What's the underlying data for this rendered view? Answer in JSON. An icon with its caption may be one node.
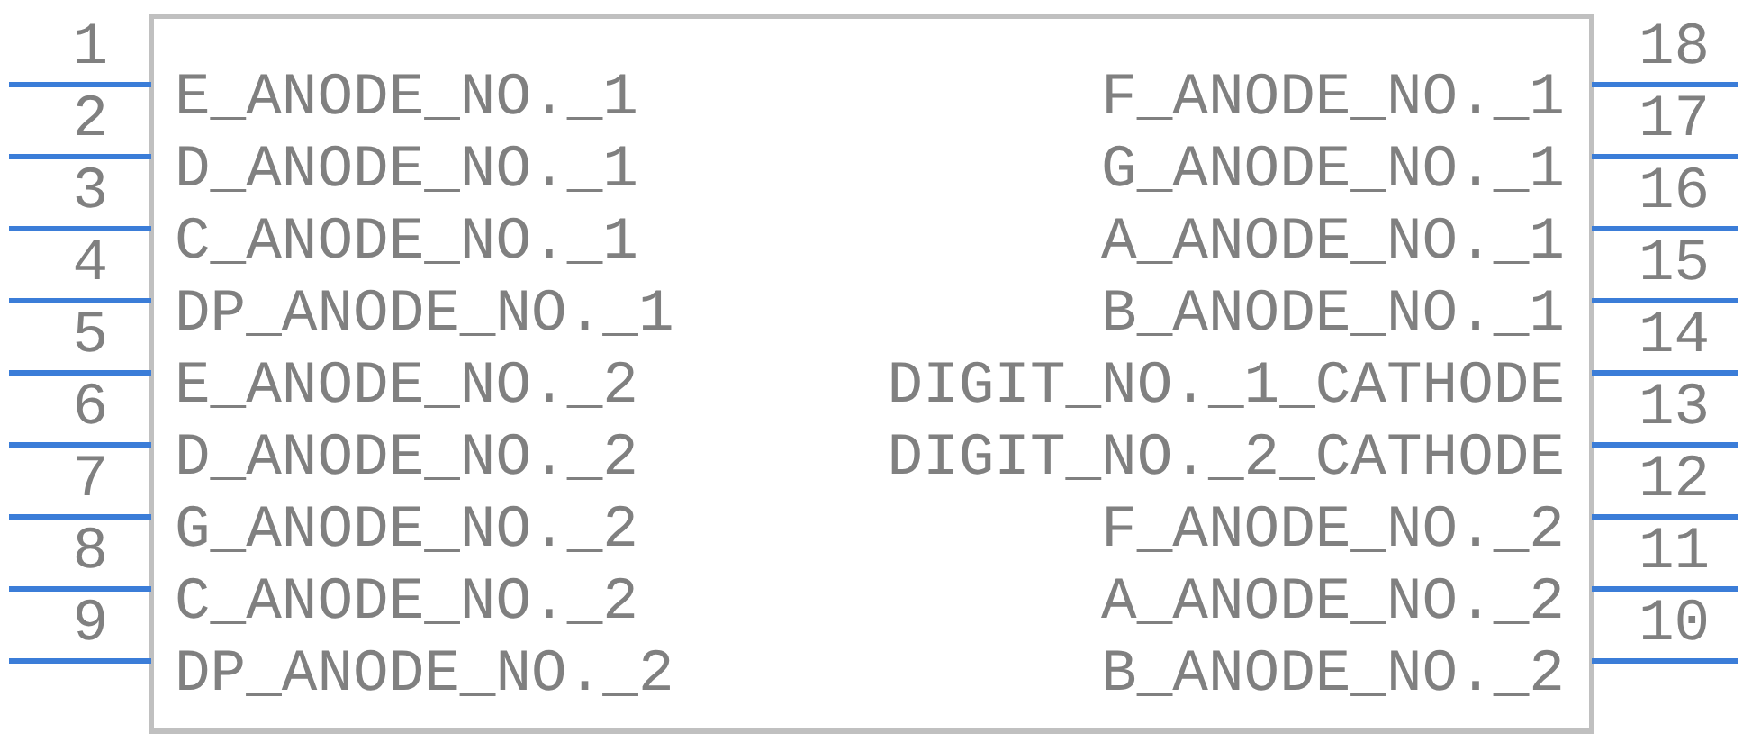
{
  "diagram": {
    "labels": [
      "1",
      "E_ANODE_NO._1",
      "F_ANODE_NO._1",
      "18",
      "2",
      "D_ANODE_NO._1",
      "G_ANODE_NO._1",
      "17",
      "3",
      "C_ANODE_NO._1",
      "A_ANODE_NO._1",
      "16",
      "4",
      "DP_ANODE_NO._1",
      "B_ANODE_NO._1",
      "15",
      "5",
      "E_ANODE_NO._2",
      "DIGIT_NO._1_CATHODE",
      "14",
      "6",
      "D_ANODE_NO._2",
      "DIGIT_NO._2_CATHODE",
      "13",
      "7",
      "G_ANODE_NO._2",
      "F_ANODE_NO._2",
      "12",
      "8",
      "C_ANODE_NO._2",
      "A_ANODE_NO._2",
      "11",
      "9",
      "DP_ANODE_NO._2",
      "B_ANODE_NO._2",
      "10"
    ]
  }
}
